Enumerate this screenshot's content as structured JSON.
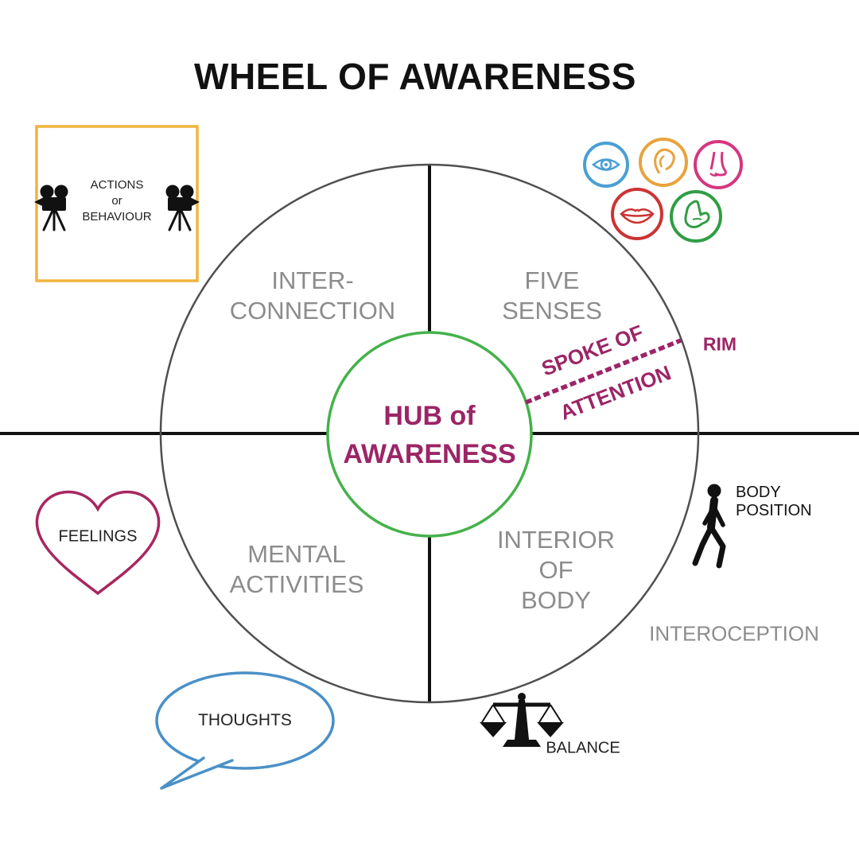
{
  "title": "WHEEL OF AWARENESS",
  "hub": {
    "line1": "HUB of",
    "line2": "AWARENESS"
  },
  "quadrants": {
    "interconnection": {
      "line1": "INTER-",
      "line2": "CONNECTION"
    },
    "five_senses": {
      "line1": "FIVE",
      "line2": "SENSES"
    },
    "mental_activities": {
      "line1": "MENTAL",
      "line2": "ACTIVITIES"
    },
    "interior_of_body": {
      "line1": "INTERIOR",
      "line2": "OF",
      "line3": "BODY"
    }
  },
  "spoke": {
    "top": "SPOKE OF",
    "bottom": "ATTENTION"
  },
  "rim": "RIM",
  "actions_box": {
    "line1": "ACTIONS",
    "line2": "or",
    "line3": "BEHAVIOUR"
  },
  "labels": {
    "feelings": "FEELINGS",
    "thoughts": "THOUGHTS",
    "body_position_line1": "BODY",
    "body_position_line2": "POSITION",
    "interoception": "INTEROCEPTION",
    "balance": "BALANCE"
  },
  "icons": {
    "cameras": "movie-camera-icon",
    "heart": "heart-outline-icon",
    "speech_bubble": "speech-bubble-icon",
    "walking_person": "walking-person-icon",
    "balance_scale": "balance-scale-icon",
    "senses": [
      "eye-icon",
      "ear-icon",
      "nose-icon",
      "mouth-icon",
      "hand-icon"
    ]
  },
  "colors": {
    "magenta": "#9c2566",
    "green": "#44b24a",
    "orange": "#f0b43f",
    "gray": "#8c8c8c",
    "blue": "#4a90c7",
    "heart-magenta": "#a8275f",
    "ink": "#1a1a1a",
    "circle-gray": "#4f4f4f",
    "eye-blue": "#4a9fd4",
    "ear-orange": "#e8a33d",
    "nose-pink": "#d6367f",
    "mouth-red": "#cc3333",
    "hand-green": "#2f9e44"
  }
}
